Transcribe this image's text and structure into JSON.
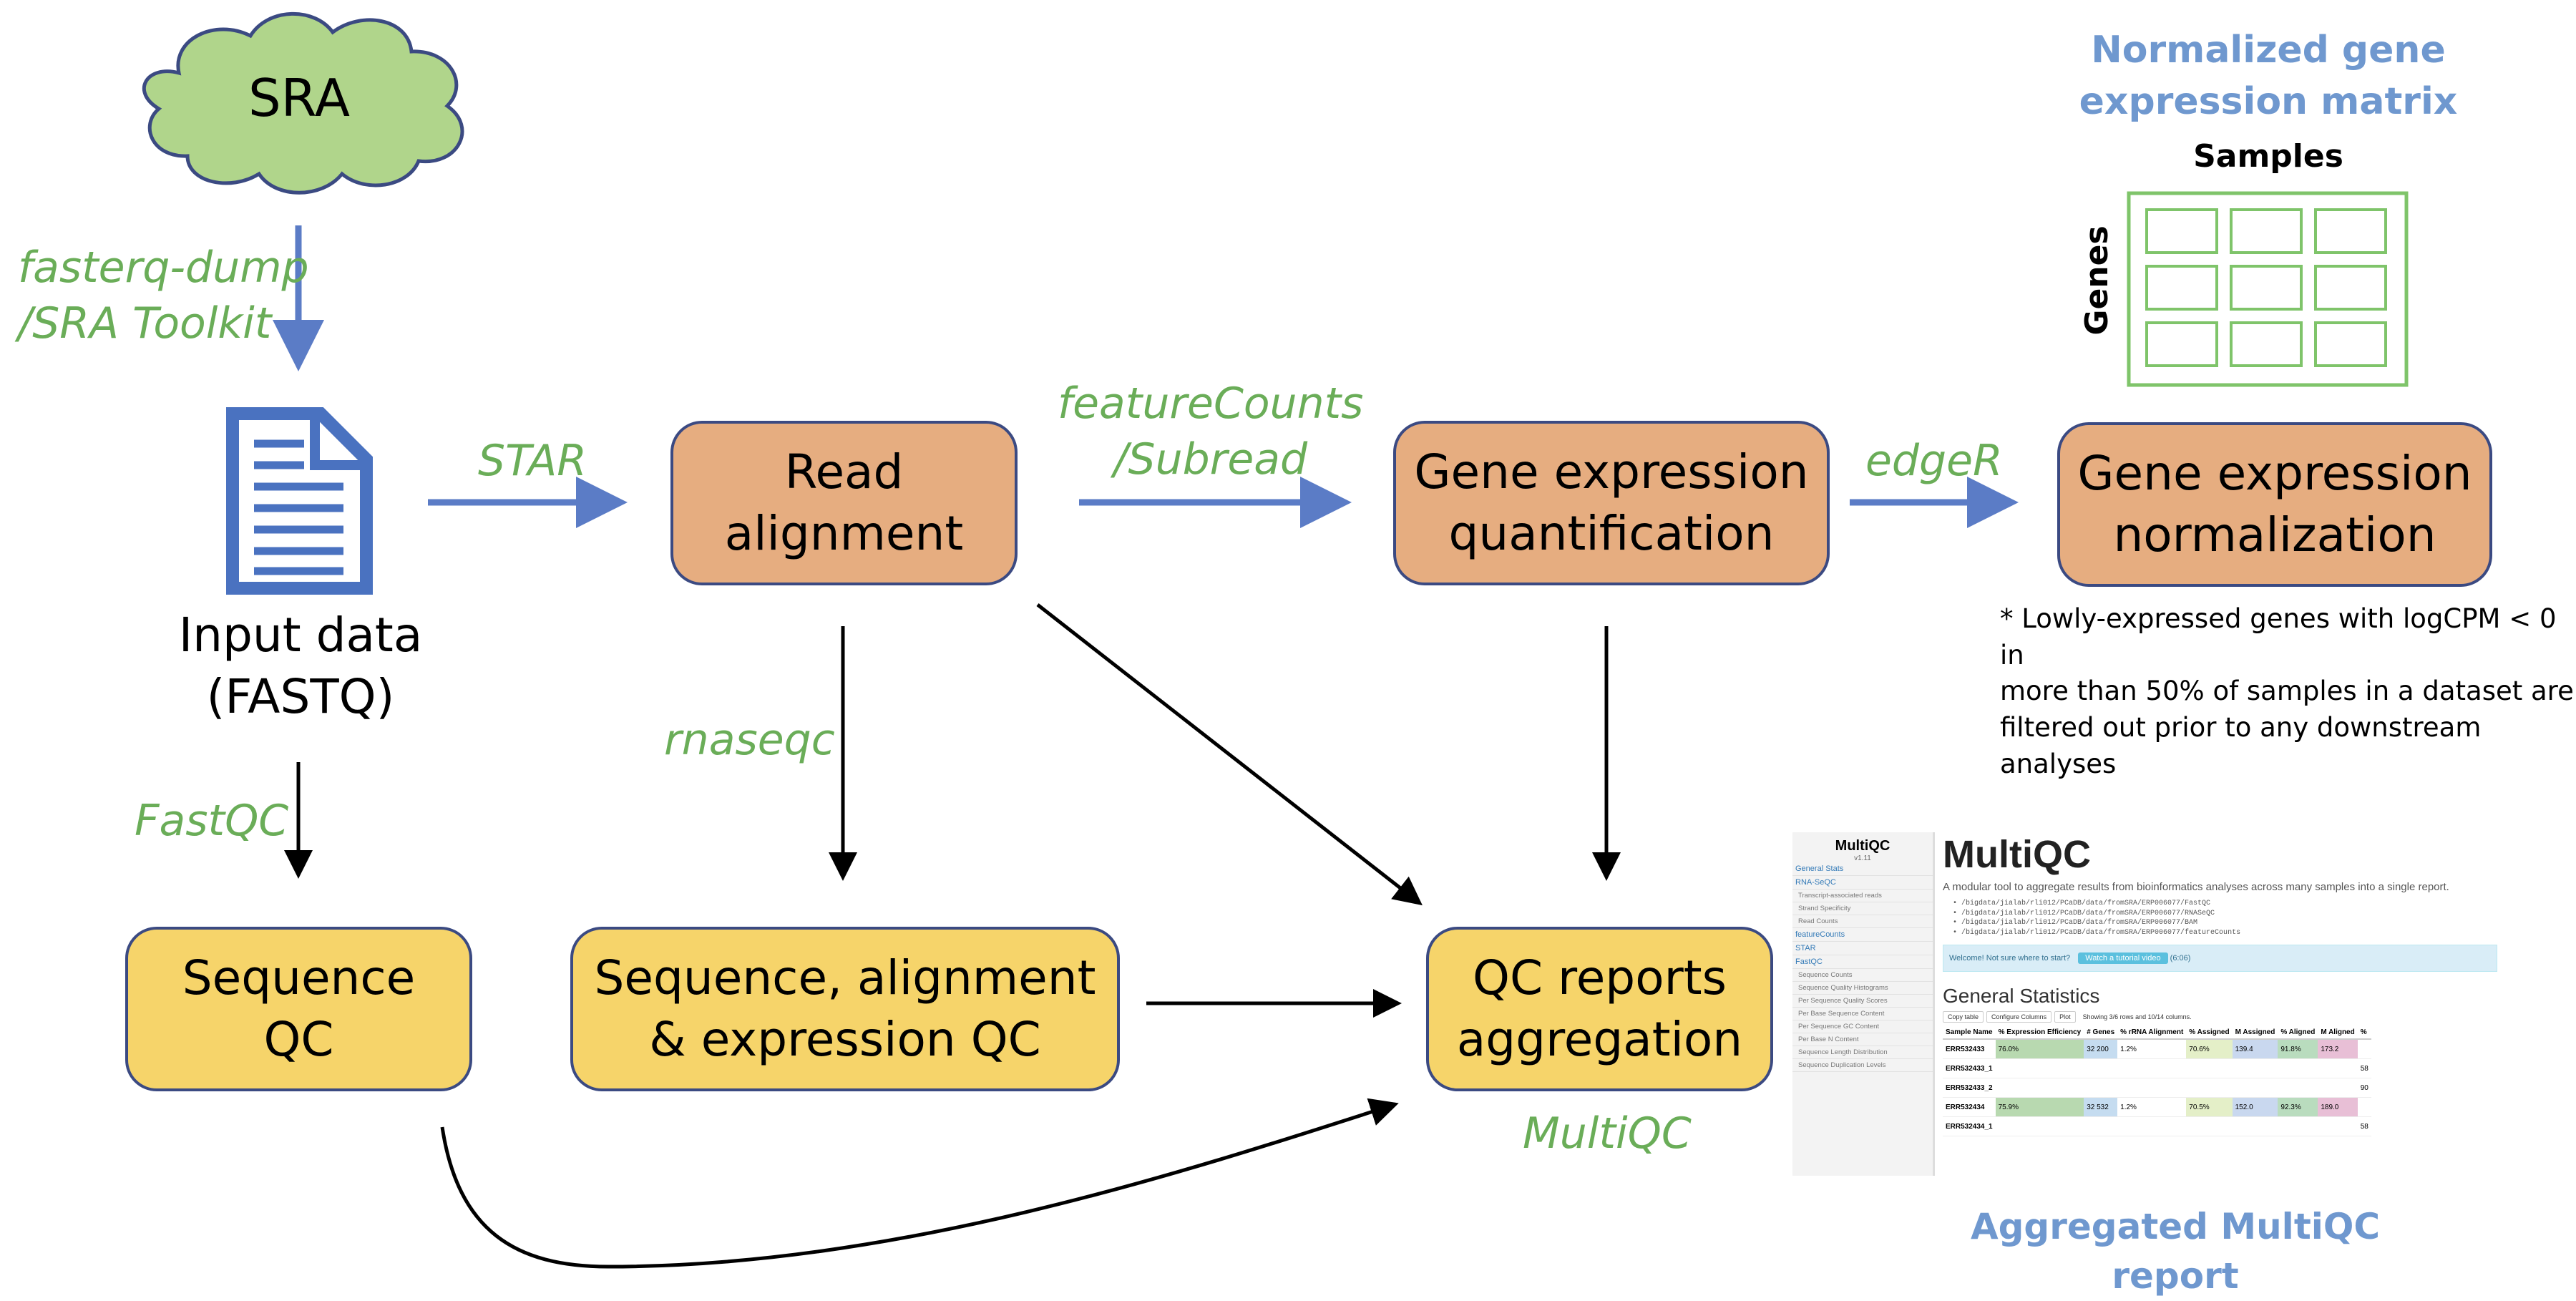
{
  "nodes": {
    "sra": "SRA",
    "input_data": "Input data\n(FASTQ)",
    "read_alignment": "Read\nalignment",
    "gene_expression_quantification": "Gene expression\nquantification",
    "gene_expression_normalization": "Gene expression\nnormalization",
    "sequence_qc": "Sequence\nQC",
    "sequence_alignment_expression_qc": "Sequence, alignment\n& expression QC",
    "qc_reports_aggregation": "QC reports\naggregation"
  },
  "tools": {
    "fasterq_dump": "fasterq-dump\n/SRA Toolkit",
    "star": "STAR",
    "featurecounts": "featureCounts\n/Subread",
    "edger": "edgeR",
    "fastqc": "FastQC",
    "rnaseqc": "rnaseqc",
    "multiqc": "MultiQC"
  },
  "matrix": {
    "title": "Normalized gene\nexpression matrix",
    "columns_label": "Samples",
    "rows_label": "Genes"
  },
  "footnote": "* Lowly-expressed genes with logCPM < 0 in\nmore than 50% of samples in a dataset are\nfiltered out prior to any downstream analyses",
  "report_caption": "Aggregated MultiQC report",
  "multiqc_screenshot": {
    "logo": "MultiQC",
    "version": "v1.11",
    "nav": [
      "General Stats",
      "RNA-SeQC",
      "Transcript-associated reads",
      "Strand Specificity",
      "Read Counts",
      "featureCounts",
      "STAR",
      "FastQC",
      "Sequence Counts",
      "Sequence Quality Histograms",
      "Per Sequence Quality Scores",
      "Per Base Sequence Content",
      "Per Sequence GC Content",
      "Per Base N Content",
      "Sequence Length Distribution",
      "Sequence Duplication Levels"
    ],
    "description": "A modular tool to aggregate results from bioinformatics analyses across many samples into a single report.",
    "commands": [
      "/bigdata/jialab/rli012/PCaDB/data/fromSRA/ERP006077/FastQC",
      "/bigdata/jialab/rli012/PCaDB/data/fromSRA/ERP006077/RNASeQC",
      "/bigdata/jialab/rli012/PCaDB/data/fromSRA/ERP006077/BAM",
      "/bigdata/jialab/rli012/PCaDB/data/fromSRA/ERP006077/featureCounts"
    ],
    "welcome": "Welcome! Not sure where to start?",
    "welcome_button": "Watch a tutorial video",
    "welcome_time": "(6:06)",
    "section_title": "General Statistics",
    "toolbar": [
      "Copy table",
      "Configure Columns",
      "Plot",
      "Showing 3/6 rows and 10/14 columns."
    ],
    "table_headers": [
      "Sample Name",
      "% Expression Efficiency",
      "# Genes",
      "% rRNA Alignment",
      "% Assigned",
      "M Assigned",
      "% Aligned",
      "M Aligned",
      "%"
    ],
    "table_rows": [
      [
        "ERR532433",
        "76.0%",
        "32 200",
        "1.2%",
        "70.6%",
        "139.4",
        "91.8%",
        "173.2",
        ""
      ],
      [
        "ERR532433_1",
        "",
        "",
        "",
        "",
        "",
        "",
        "",
        "58"
      ],
      [
        "ERR532433_2",
        "",
        "",
        "",
        "",
        "",
        "",
        "",
        "90"
      ],
      [
        "ERR532434",
        "75.9%",
        "32 532",
        "1.2%",
        "70.5%",
        "152.0",
        "92.3%",
        "189.0",
        ""
      ],
      [
        "ERR532434_1",
        "",
        "",
        "",
        "",
        "",
        "",
        "",
        "58"
      ]
    ]
  },
  "colors": {
    "flow_arrow": "#5b7cc6",
    "qc_arrow": "#000000",
    "tool_text": "#6aad58",
    "orange_box": "#e6ad80",
    "yellow_box": "#f6d46a",
    "cloud": "#b0d58b",
    "matrix": "#7fc46a",
    "doc_icon": "#4a72c0"
  }
}
